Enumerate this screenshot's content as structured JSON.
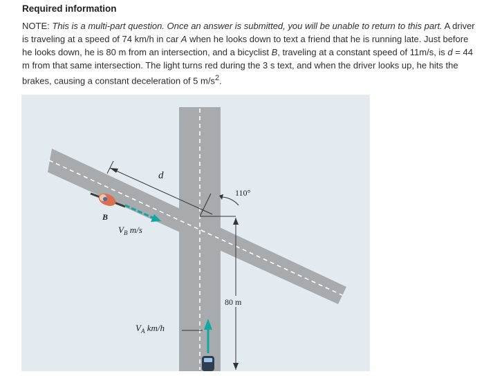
{
  "header": {
    "title": "Required information"
  },
  "problem": {
    "note_label": "NOTE: ",
    "note_italic": "This is a multi-part question. Once an answer is submitted, you will be unable to return to this part.",
    "t1": " A driver is traveling at a speed of 74 km/h in car ",
    "car_letter": "A",
    "t2": " when he looks down to text a friend that he is running late. Just before he looks down, he is 80 m from an intersection, and a bicyclist ",
    "bike_letter": "B",
    "t3": ", traveling at a constant speed of 11m/s, is ",
    "d_var": "d",
    "t4": " = 44 m from that same intersection. The light turns red during the 3 s text, and when the driver looks up, he hits the brakes, causing a constant deceleration of 5 m/s",
    "exp": "2",
    "t5": "."
  },
  "figure": {
    "label_d": "d",
    "label_angle": "110°",
    "label_b": "B",
    "label_vb": "V",
    "label_vb_sub": "B",
    "label_vb_unit": " m/s",
    "label_80m": "80 m",
    "label_va": "V",
    "label_va_sub": "A",
    "label_va_unit": " km/h"
  },
  "colors": {
    "figure_bg": "#e3ebf1",
    "road": "#a8abae",
    "dash": "#ffffff",
    "arrow": "#13a7a2",
    "dim_line": "#333333"
  }
}
